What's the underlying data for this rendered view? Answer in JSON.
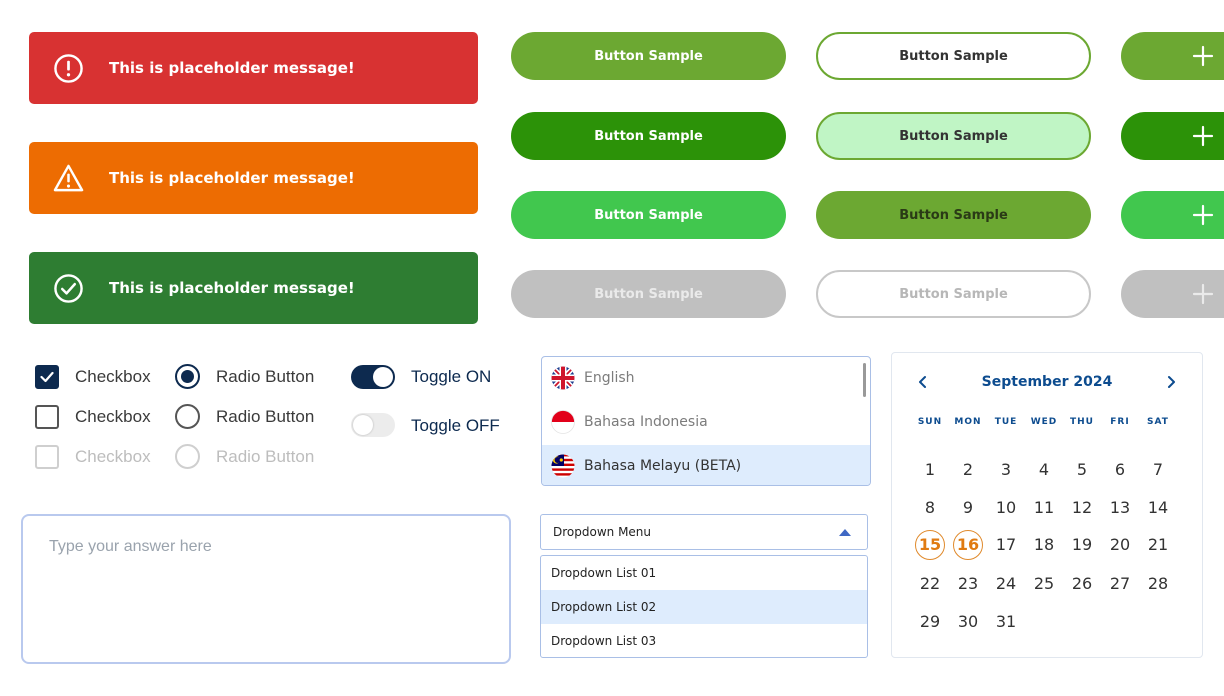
{
  "alerts": [
    {
      "type": "error",
      "message": "This is placeholder message!",
      "icon": "error-circle-icon",
      "color": "#d83232"
    },
    {
      "type": "warning",
      "message": "This is placeholder message!",
      "icon": "warning-triangle-icon",
      "color": "#ed6c02"
    },
    {
      "type": "success",
      "message": "This is placeholder message!",
      "icon": "check-circle-icon",
      "color": "#2e7d32"
    }
  ],
  "buttons": {
    "label": "Button Sample",
    "icon": "plus-icon",
    "colors": {
      "olive": "#6ca832",
      "dark_green": "#2c9208",
      "bright_green": "#41c74e",
      "disabled": "#c0c0c0",
      "mint": "#c0f5c5"
    }
  },
  "controls": {
    "checkboxes": [
      {
        "label": "Checkbox",
        "state": "checked"
      },
      {
        "label": "Checkbox",
        "state": "unchecked"
      },
      {
        "label": "Checkbox",
        "state": "disabled"
      }
    ],
    "radios": [
      {
        "label": "Radio Button",
        "state": "selected"
      },
      {
        "label": "Radio Button",
        "state": "unselected"
      },
      {
        "label": "Radio Button",
        "state": "disabled"
      }
    ],
    "toggles": [
      {
        "label": "Toggle ON",
        "state": "on"
      },
      {
        "label": "Toggle OFF",
        "state": "off"
      }
    ],
    "accent_color": "#0d2a4f"
  },
  "languages": {
    "items": [
      {
        "label": "English",
        "flag": "uk-flag-icon"
      },
      {
        "label": "Bahasa Indonesia",
        "flag": "indonesia-flag-icon"
      },
      {
        "label": "Bahasa Melayu (BETA)",
        "flag": "malaysia-flag-icon",
        "selected": true
      }
    ]
  },
  "dropdown": {
    "label": "Dropdown Menu",
    "items": [
      "Dropdown List 01",
      "Dropdown List 02",
      "Dropdown List 03"
    ],
    "selected_index": 1
  },
  "textarea": {
    "placeholder": "Type your answer here",
    "value": ""
  },
  "calendar": {
    "title": "September 2024",
    "weekdays": [
      "SUN",
      "MON",
      "TUE",
      "WED",
      "THU",
      "FRI",
      "SAT"
    ],
    "weeks": [
      [
        1,
        2,
        3,
        4,
        5,
        6,
        7
      ],
      [
        8,
        9,
        10,
        11,
        12,
        13,
        14
      ],
      [
        15,
        16,
        17,
        18,
        19,
        20,
        21
      ],
      [
        22,
        23,
        24,
        25,
        26,
        27,
        28
      ],
      [
        29,
        30,
        31
      ]
    ],
    "highlighted": [
      15,
      16
    ],
    "highlight_color": "#e07b12"
  }
}
